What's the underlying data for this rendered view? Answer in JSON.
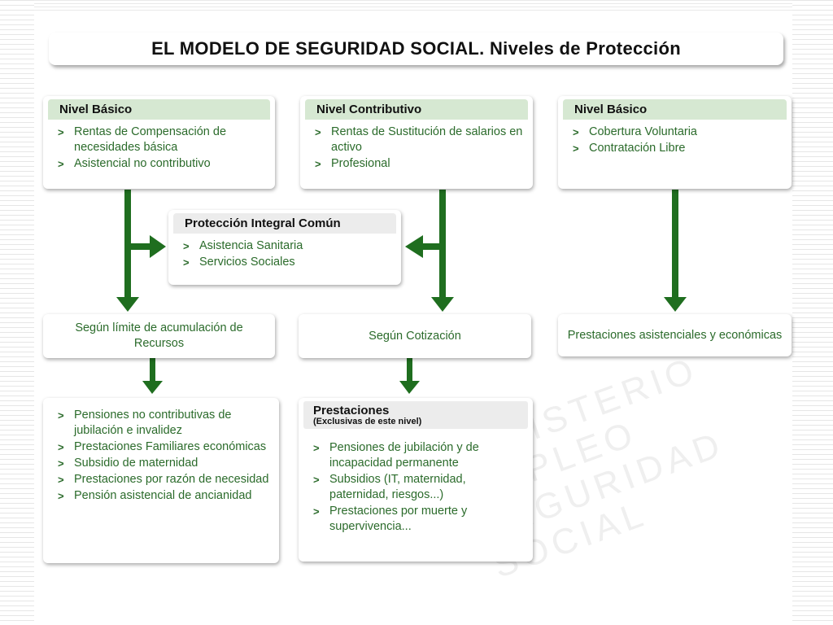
{
  "title": "EL MODELO DE SEGURIDAD SOCIAL. Niveles de Protección",
  "watermark": "MINISTERIO EMPLEO SEGURIDAD SOCIAL",
  "colors": {
    "text_green": "#2b6b2b",
    "header_green": "#d6e8d2",
    "arrow_green": "#1f6e1f"
  },
  "nivel_basico_1": {
    "header": "Nivel Básico",
    "items": [
      "Rentas de Compensación de necesidades básica",
      "Asistencial no contributivo"
    ]
  },
  "nivel_contributivo": {
    "header": "Nivel Contributivo",
    "items": [
      "Rentas de Sustitución de salarios en activo",
      "Profesional"
    ]
  },
  "nivel_basico_2": {
    "header": "Nivel Básico",
    "items": [
      "Cobertura Voluntaria",
      "Contratación Libre"
    ]
  },
  "proteccion": {
    "header": "Protección Integral Común",
    "items": [
      "Asistencia Sanitaria",
      "Servicios Sociales"
    ]
  },
  "criteria": {
    "left": "Según límite de acumulación de Recursos",
    "middle": "Según Cotización",
    "right": "Prestaciones asistenciales y económicas"
  },
  "bottom_left": {
    "items": [
      "Pensiones no contributivas de jubilación e invalidez",
      "Prestaciones Familiares económicas",
      "Subsidio de maternidad",
      "Prestaciones por razón de necesidad",
      "Pensión asistencial de ancianidad"
    ]
  },
  "bottom_middle": {
    "header": "Prestaciones",
    "subheader": "(Exclusivas de este nivel)",
    "items": [
      "Pensiones de jubilación y de incapacidad permanente",
      "Subsidios (IT, maternidad, paternidad, riesgos...)",
      "Prestaciones por muerte y supervivencia..."
    ]
  },
  "bullet_glyph": ">"
}
